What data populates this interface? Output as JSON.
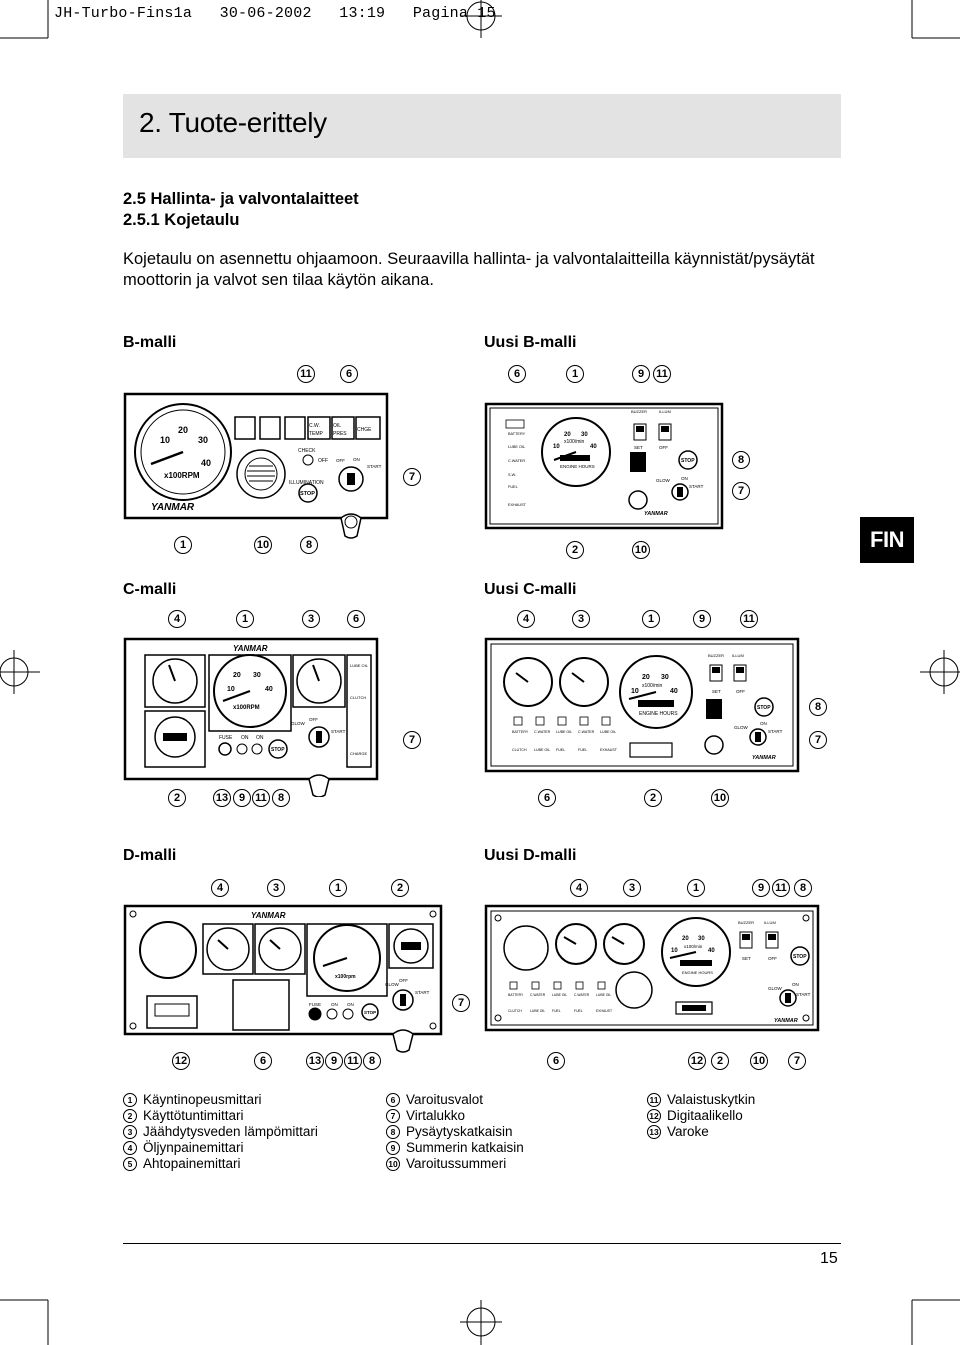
{
  "crop_header": "JH-Turbo-Fins1a   30-06-2002   13:19   Pagina 15",
  "title": "2. Tuote-erittely",
  "section": "2.5  Hallinta- ja valvontalaitteet",
  "subsection": "2.5.1  Kojetaulu",
  "intro": "Kojetaulu on asennettu ohjaamoon. Seuraavilla hallinta- ja valvontalaitteilla käynnistät/pysäytät moottorin ja valvot sen tilaa käytön aikana.",
  "models": {
    "b": "B-malli",
    "new_b": "Uusi B-malli",
    "c": "C-malli",
    "new_c": "Uusi C-malli",
    "d": "D-malli",
    "new_d": "Uusi D-malli"
  },
  "panel_text": {
    "brand": "YANMAR",
    "rpm": "x100RPM",
    "rpm_min": "x100/min",
    "engine_hours": "ENGINE HOURS",
    "illumination": "ILLUMINATION",
    "check": "CHECK",
    "stop": "STOP",
    "glow": "GLOW",
    "off": "OFF",
    "on": "ON",
    "start": "START",
    "set": "SET",
    "buzzer_stop": "BUZZER STOP",
    "illum_short": "ILLUM",
    "cw_temp": "C.W. TEMP",
    "oil_pres": "OIL PRES",
    "chge": "CHGE",
    "battery": "BATTERY",
    "lube_oil": "LUBE OIL",
    "clutch": "CLUTCH",
    "fuel": "FUEL",
    "exhaust": "EXHAUST",
    "charge": "CHARGE"
  },
  "fin_tab": "FIN",
  "legend": [
    {
      "n": "1",
      "text": "Käyntinopeusmittari"
    },
    {
      "n": "2",
      "text": "Käyttötuntimittari"
    },
    {
      "n": "3",
      "text": "Jäähdytysveden lämpömittari"
    },
    {
      "n": "4",
      "text": "Öljynpainemittari"
    },
    {
      "n": "5",
      "text": "Ahtopainemittari"
    },
    {
      "n": "6",
      "text": "Varoitusvalot"
    },
    {
      "n": "7",
      "text": "Virtalukko"
    },
    {
      "n": "8",
      "text": "Pysäytyskatkaisin"
    },
    {
      "n": "9",
      "text": "Summerin katkaisin"
    },
    {
      "n": "10",
      "text": "Varoitussummeri"
    },
    {
      "n": "11",
      "text": "Valaistuskytkin"
    },
    {
      "n": "12",
      "text": "Digitaalikello"
    },
    {
      "n": "13",
      "text": "Varoke"
    }
  ],
  "page_number": "15"
}
